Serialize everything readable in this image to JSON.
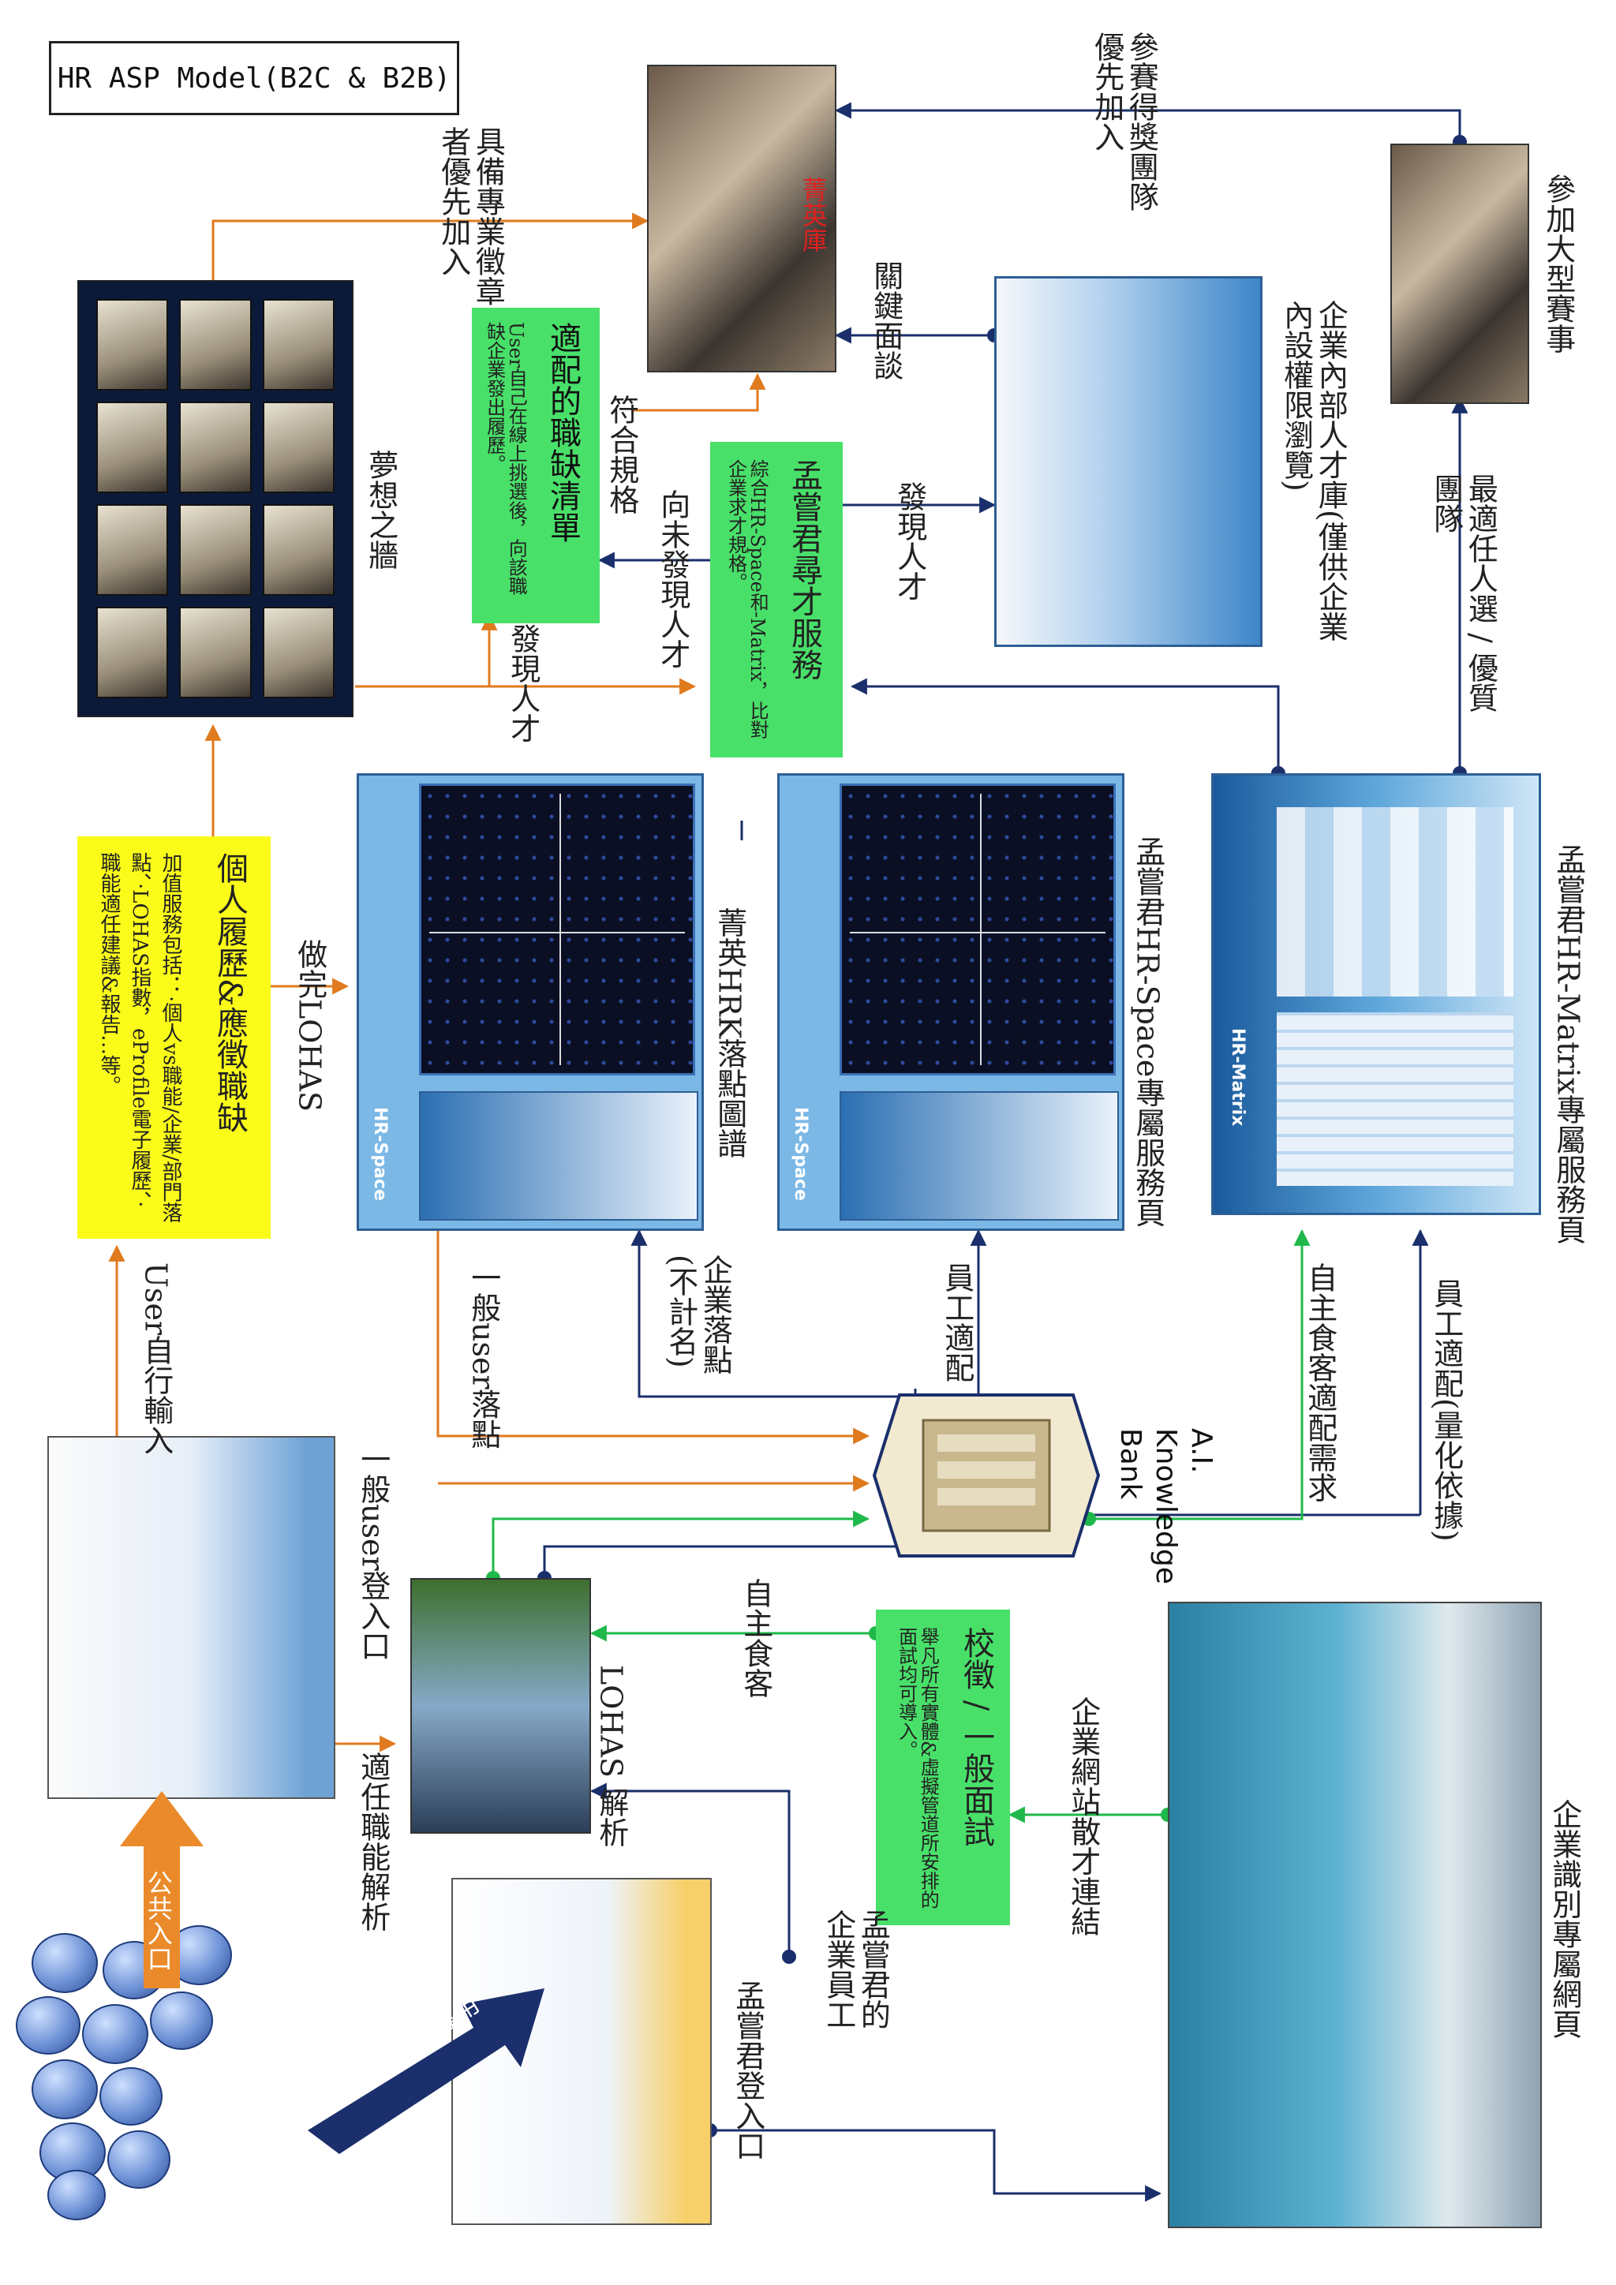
{
  "title": "HR ASP Model(B2C & B2B)",
  "nodes": {
    "elite_library": "菁英庫",
    "dream_wall": "夢想之牆",
    "match_list": {
      "title": "適配的職缺清單",
      "desc": "User自己在線上挑選後，向該職缺企業發出履歷。"
    },
    "hr_service": {
      "title": "孟嘗君尋才服務",
      "desc": "綜合HR-Space和-Matrix，比對企業求才規格。"
    },
    "resume_box": {
      "title": "個人履歷&應徵職缺",
      "desc": "加值服務包括：‧個人vs職能/企業/部門落點、‧LOHAS指數，eProfile電子履歷、‧職能適任建議&報告…等。"
    },
    "hrk_map": "菁英HRK落點圖譜",
    "hr_space_page": "孟嘗君HR-Space專屬服務頁",
    "hr_matrix_page": "孟嘗君HR-Matrix專屬服務頁",
    "internal_talent": "企業內部人才庫(僅供企業內設權限瀏覽)",
    "join_competition": "參加大型賽事",
    "knowledge_bank": "A.I. Knowledge Bank",
    "lohas": "LOHAS 解析",
    "interview_box": {
      "title": "校徵 / 一般面試",
      "desc": "舉凡所有實體&虛擬管道所安排的面試均可導入。"
    },
    "enterprise_page": "企業識別專屬網頁",
    "public_entry": "公共入口",
    "mengchang_only": "孟嘗君專用",
    "hr_space_label": "HR-Space",
    "hr_matrix_label": "HR-Matrix"
  },
  "edges": {
    "pro_certificate": "具備專業徵章者優先加入",
    "award_team": "參賽得獎團隊優先加入",
    "key_interview": "關鍵面談",
    "meets_spec": "符合規格",
    "discover_talent_1": "發現人才",
    "discover_talent_2": "發現人才",
    "undiscovered": "向未發現人才",
    "best_fit": "最適任人選 / 優質團隊",
    "finish_lohas": "做完LOHAS",
    "user_input": "User自行輸入",
    "general_user_point": "一般user落點",
    "enterprise_point": "企業落點(不計名)",
    "staff_fit": "員工適配",
    "self_service_need": "自主食客適配需求",
    "staff_fit_quant": "員工適配(量化依據)",
    "general_user_entry": "一般user登入口",
    "self_guest": "自主食客",
    "fitness_analysis": "適任職能解析",
    "enterprise_link": "企業網站散才連結",
    "mengchang_employee": "孟嘗君的企業員工",
    "mengchang_entry": "孟嘗君登入口"
  },
  "colors": {
    "orange": "#e07a1f",
    "navy": "#1a2f6b",
    "green": "#1fb84a",
    "green_box": "#49e06a",
    "yellow_box": "#fbfb1a",
    "arrow_orange": "#ea8a2a"
  }
}
